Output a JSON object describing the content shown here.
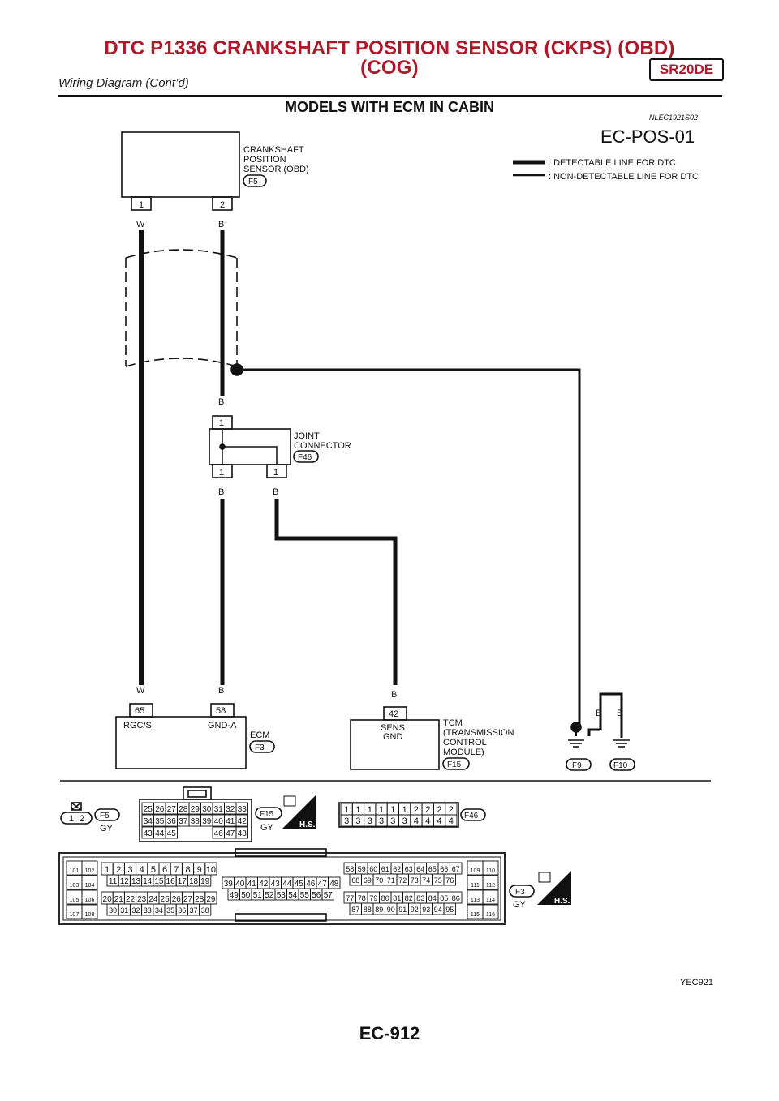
{
  "header": {
    "title_line1": "DTC P1336 CRANKSHAFT POSITION SENSOR (CKPS) (OBD)",
    "title_line2": "(COG)",
    "subtitle": "Wiring Diagram (Cont’d)",
    "engine_badge": "SR20DE"
  },
  "section": {
    "title": "MODELS WITH ECM IN CABIN",
    "code": "NLEC1921S02",
    "diagram_id": "EC-POS-01"
  },
  "legend": {
    "detectable": ": DETECTABLE LINE FOR DTC",
    "non_detectable": ": NON-DETECTABLE LINE FOR DTC"
  },
  "sensor": {
    "name_l1": "CRANKSHAFT",
    "name_l2": "POSITION",
    "name_l3": "SENSOR (OBD)",
    "connector": "F5",
    "pin1": "1",
    "pin2": "2",
    "wire1": "W",
    "wire2": "B"
  },
  "joint": {
    "name_l1": "JOINT",
    "name_l2": "CONNECTOR",
    "connector": "F46",
    "pin_in": "1",
    "pin_out1": "1",
    "pin_out2": "1",
    "wire_in": "B",
    "wire_out1": "B",
    "wire_out2": "B"
  },
  "ecm": {
    "name": "ECM",
    "connector": "F3",
    "pin_a": "65",
    "pin_b": "58",
    "label_a": "RGC/S",
    "label_b": "GND-A",
    "wire_a": "W",
    "wire_b": "B"
  },
  "tcm": {
    "name_l1": "TCM",
    "name_l2": "(TRANSMISSION",
    "name_l3": "CONTROL",
    "name_l4": "MODULE)",
    "connector": "F15",
    "pin": "42",
    "label_l1": "SENS",
    "label_l2": "GND",
    "wire": "B"
  },
  "grounds": {
    "g1": "F9",
    "g2": "F10",
    "wire1": "B",
    "wire2": "B"
  },
  "connectors": {
    "f5": {
      "id": "F5",
      "color": "GY",
      "pins": [
        "1",
        "2"
      ]
    },
    "f15": {
      "id": "F15",
      "color": "GY",
      "row1": [
        "25",
        "26",
        "27",
        "28",
        "29",
        "30",
        "31",
        "32",
        "33"
      ],
      "row2": [
        "34",
        "35",
        "36",
        "37",
        "38",
        "39",
        "40",
        "41",
        "42"
      ],
      "row3a": [
        "43",
        "44",
        "45"
      ],
      "row3b": [
        "46",
        "47",
        "48"
      ]
    },
    "f46": {
      "id": "F46",
      "row1": [
        "1",
        "1",
        "1",
        "1",
        "1",
        "1",
        "2",
        "2",
        "2",
        "2"
      ],
      "row2": [
        "3",
        "3",
        "3",
        "3",
        "3",
        "3",
        "4",
        "4",
        "4",
        "4"
      ]
    },
    "f3": {
      "id": "F3",
      "color": "GY",
      "left_pairs": [
        [
          "101",
          "102"
        ],
        [
          "103",
          "104"
        ],
        [
          "105",
          "106"
        ],
        [
          "107",
          "108"
        ]
      ],
      "a_row1": [
        "1",
        "2",
        "3",
        "4",
        "5",
        "6",
        "7",
        "8",
        "9",
        "10"
      ],
      "a_row2": [
        "11",
        "12",
        "13",
        "14",
        "15",
        "16",
        "17",
        "18",
        "19"
      ],
      "a_row3": [
        "20",
        "21",
        "22",
        "23",
        "24",
        "25",
        "26",
        "27",
        "28",
        "29"
      ],
      "a_row4": [
        "30",
        "31",
        "32",
        "33",
        "34",
        "35",
        "36",
        "37",
        "38"
      ],
      "b_row1": [
        "39",
        "40",
        "41",
        "42",
        "43",
        "44",
        "45",
        "46",
        "47",
        "48"
      ],
      "b_row2": [
        "49",
        "50",
        "51",
        "52",
        "53",
        "54",
        "55",
        "56",
        "57"
      ],
      "c_row1": [
        "58",
        "59",
        "60",
        "61",
        "62",
        "63",
        "64",
        "65",
        "66",
        "67"
      ],
      "c_row2": [
        "68",
        "69",
        "70",
        "71",
        "72",
        "73",
        "74",
        "75",
        "76"
      ],
      "c_row3": [
        "77",
        "78",
        "79",
        "80",
        "81",
        "82",
        "83",
        "84",
        "85",
        "86"
      ],
      "c_row4": [
        "87",
        "88",
        "89",
        "90",
        "91",
        "92",
        "93",
        "94",
        "95"
      ],
      "right_pairs": [
        [
          "109",
          "110"
        ],
        [
          "111",
          "112"
        ],
        [
          "113",
          "114"
        ],
        [
          "115",
          "116"
        ]
      ]
    },
    "hs_label": "H.S."
  },
  "figure_code": "YEC921",
  "page_code": "EC-912",
  "colors": {
    "title_red": "#b0182a",
    "ink": "#111111"
  }
}
